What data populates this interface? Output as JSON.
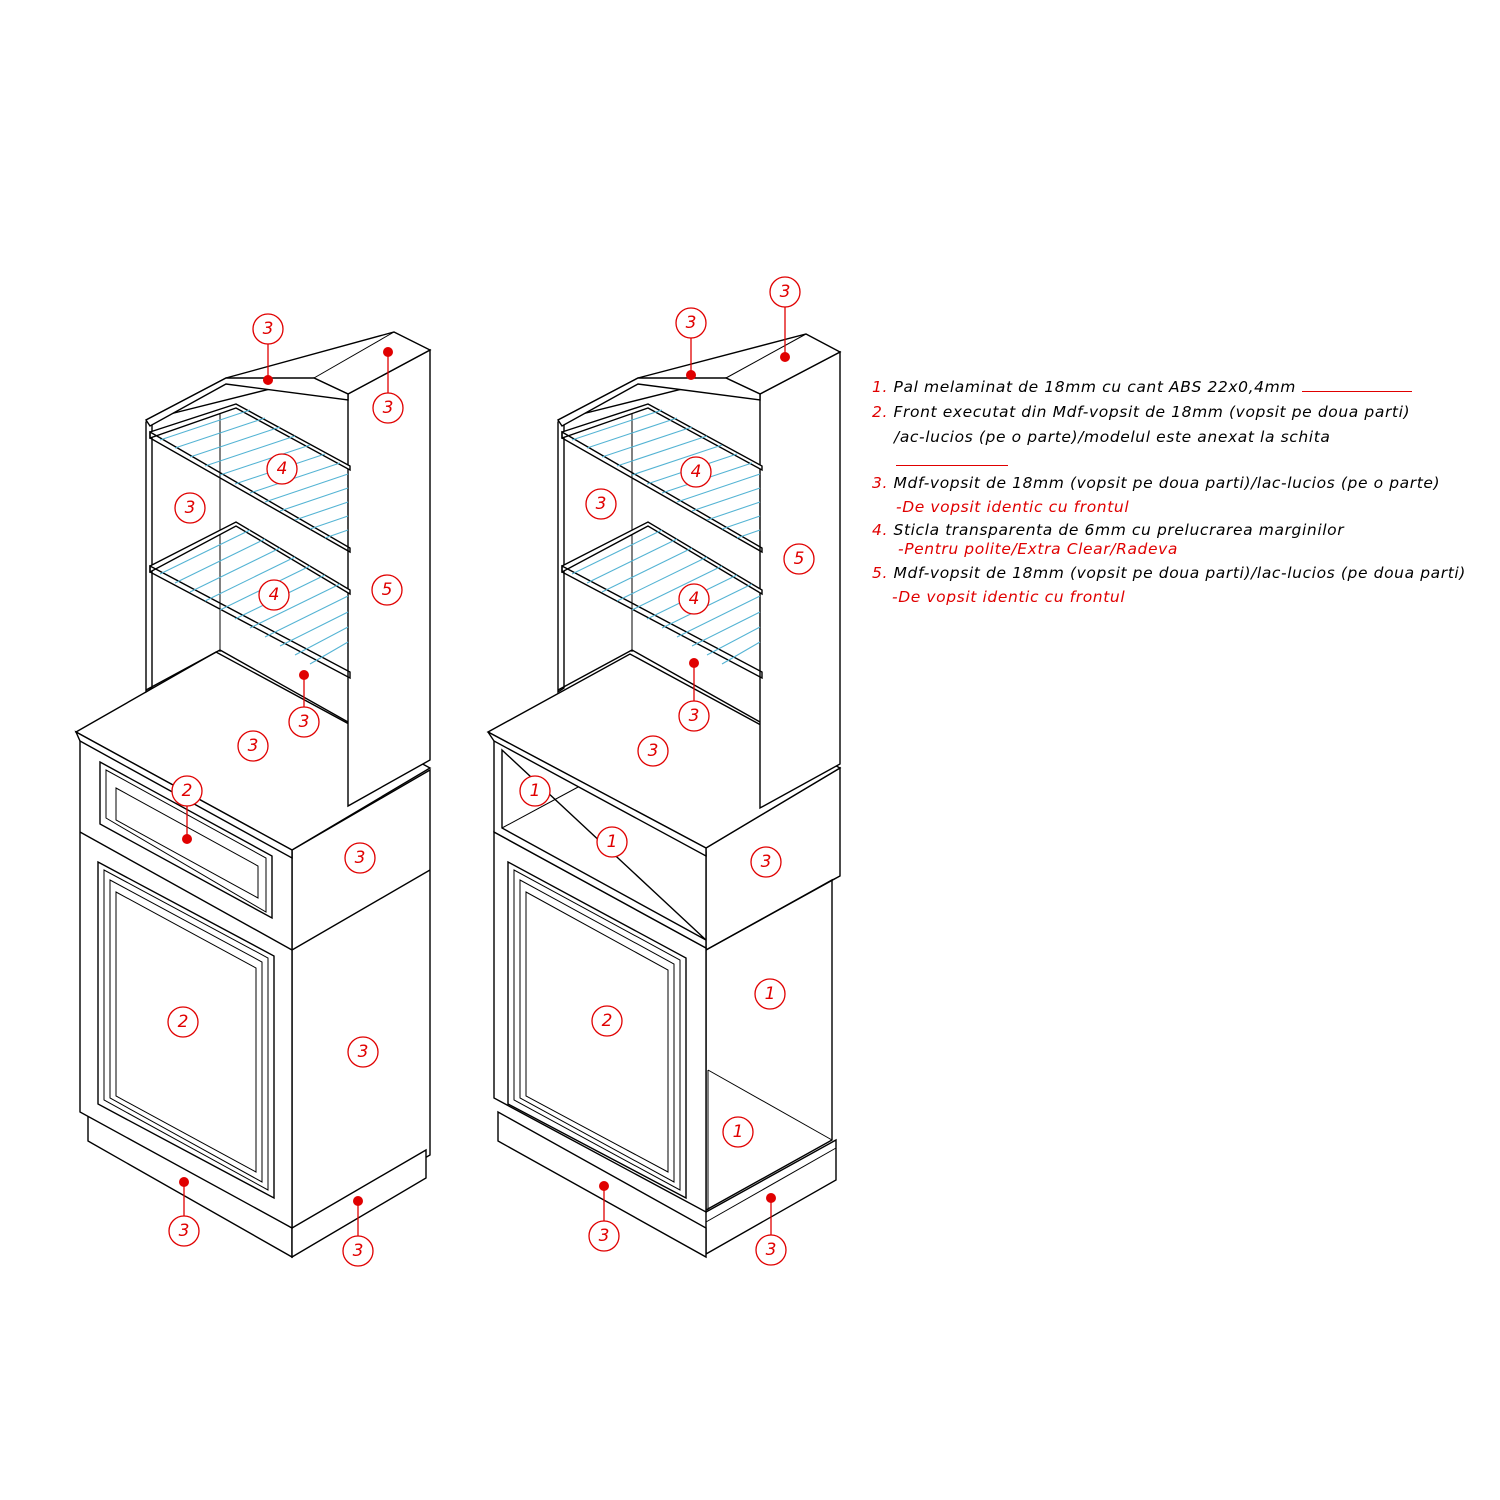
{
  "legend": {
    "items": [
      {
        "num": "1.",
        "text": "Pal  melaminat de 18mm cu cant ABS 22x0,4mm"
      },
      {
        "num": "2.",
        "text": "Front executat din Mdf-vopsit de 18mm (vopsit pe doua parti)",
        "line2": "/ac-lucios (pe o parte)/modelul este anexat la schita"
      },
      {
        "num": "3.",
        "text": "Mdf-vopsit de 18mm (vopsit pe doua parti)/lac-lucios (pe o parte)",
        "note": "-De vopsit identic cu frontul"
      },
      {
        "num": "4.",
        "text": "Sticla transparenta de 6mm cu prelucrarea marginilor",
        "note": "-Pentru polite/Extra Clear/Radeva"
      },
      {
        "num": "5.",
        "text": "Mdf-vopsit de 18mm (vopsit pe doua parti)/lac-lucios (pe doua parti)",
        "note": "-De vopsit identic cu frontul"
      }
    ]
  },
  "callouts": {
    "left": [
      "3",
      "3",
      "3",
      "4",
      "4",
      "5",
      "3",
      "3",
      "2",
      "3",
      "2",
      "3",
      "3",
      "3"
    ],
    "right": [
      "3",
      "3",
      "3",
      "4",
      "4",
      "5",
      "3",
      "3",
      "1",
      "1",
      "3",
      "2",
      "1",
      "1",
      "3",
      "3"
    ]
  },
  "colors": {
    "callout": "#e00000",
    "glass": "#55b4d4",
    "lines": "#000000"
  }
}
